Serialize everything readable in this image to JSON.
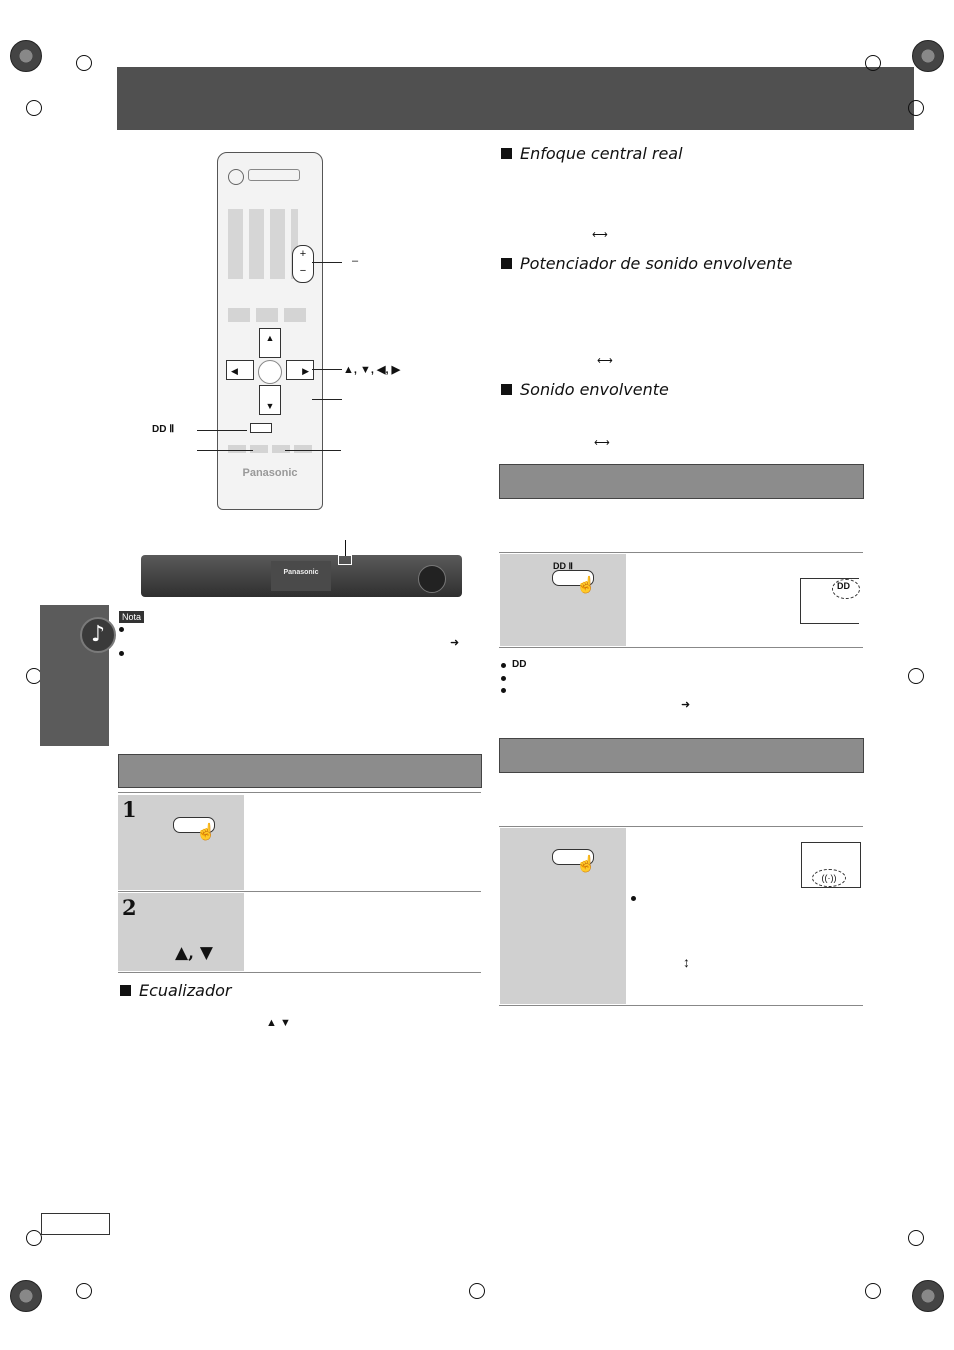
{
  "note": {
    "label": "Nota",
    "arrow": "➜"
  },
  "remote": {
    "brand": "Panasonic",
    "dolby_mark": "DD Ⅱ",
    "volume_label": "–",
    "nav_label": "▲, ▼, ◀, ▶"
  },
  "unit": {
    "brand": "Panasonic"
  },
  "left": {
    "steps": [
      {
        "num": "1"
      },
      {
        "num": "2",
        "keys": "▲, ▼"
      }
    ],
    "ecualizador": {
      "title": "Ecualizador",
      "keys": "▲ ▼"
    }
  },
  "right": {
    "enfoque": {
      "title": "Enfoque central real",
      "arrow": "⟷"
    },
    "potenciador": {
      "title": "Potenciador de sonido envolvente",
      "arrow": "⟷"
    },
    "sonido": {
      "title": "Sonido envolvente",
      "arrow": "⟷"
    },
    "dolby_display": "DD",
    "bullets_arrow": "➜",
    "surround_icon": "((·))",
    "vertical_arrow": "↕"
  }
}
